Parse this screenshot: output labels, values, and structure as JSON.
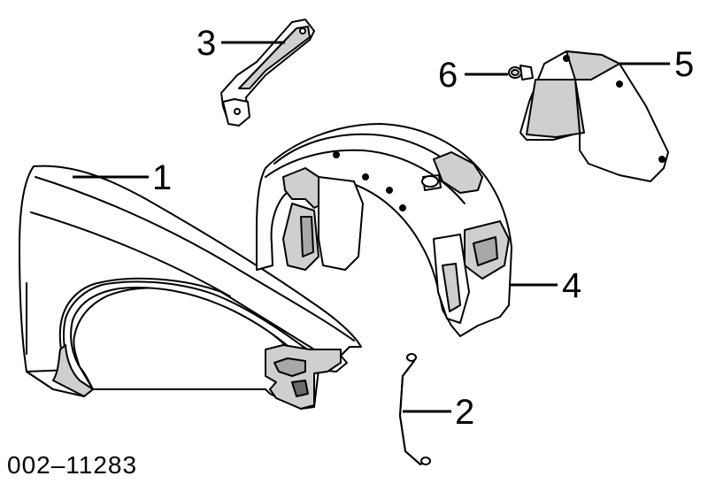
{
  "diagram": {
    "part_number": "002–11283",
    "callouts": [
      {
        "id": "1",
        "label": "1"
      },
      {
        "id": "2",
        "label": "2"
      },
      {
        "id": "3",
        "label": "3"
      },
      {
        "id": "4",
        "label": "4"
      },
      {
        "id": "5",
        "label": "5"
      },
      {
        "id": "6",
        "label": "6"
      }
    ]
  }
}
